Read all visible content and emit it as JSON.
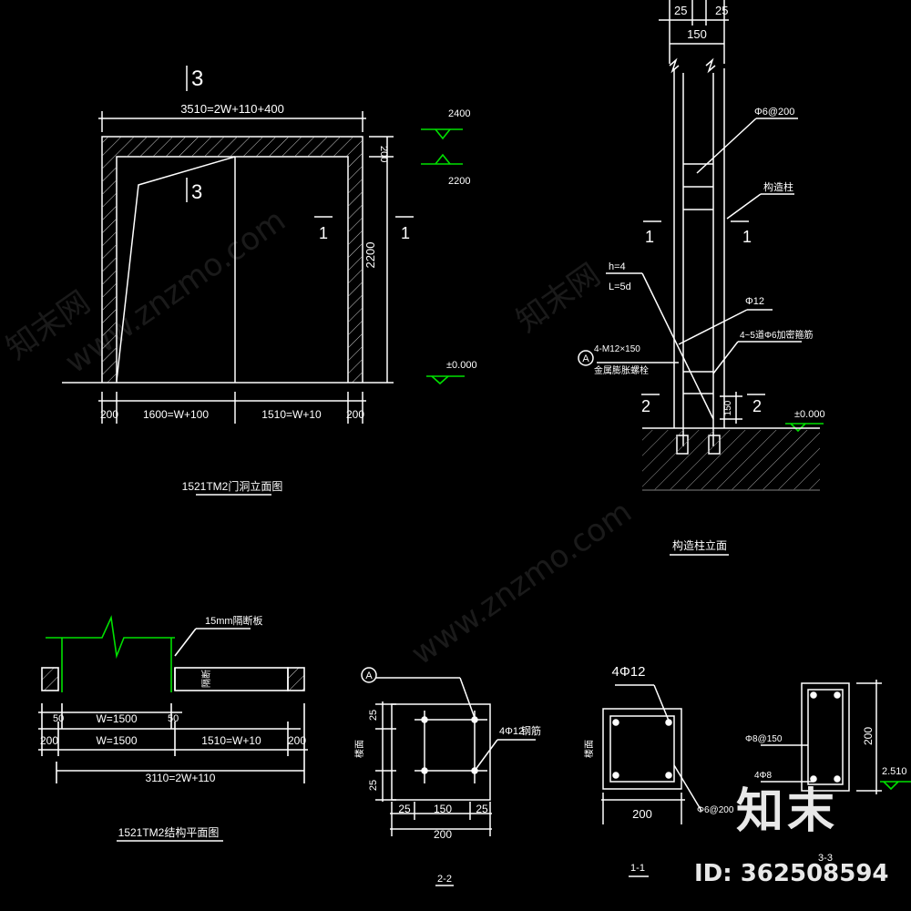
{
  "colors": {
    "background": "#000000",
    "line": "#ffffff",
    "dimension": "#ffffff",
    "level": "#00e000",
    "brand": "#e8e8e8"
  },
  "elevation_view": {
    "overall_dim": "3510=2W+110+400",
    "section_mark_top": "3",
    "section_mark_inner": "3",
    "section_mark_left": "1",
    "section_mark_right": "1",
    "dim_lintel": "200",
    "dim_height": "2200",
    "level_top": "2400",
    "level_mid": "2200",
    "level_ground": "±0.000",
    "bottom_dims": [
      "200",
      "1600=W+100",
      "1510=W+10",
      "200"
    ],
    "caption": "1521TM2门洞立面图"
  },
  "column_elevation": {
    "dim_top_left": "25",
    "dim_top_right": "25",
    "dim_width": "150",
    "rebar_label": "Φ6@200",
    "column_label": "构造柱",
    "bolt_top": "h=4",
    "bolt_bottom": "L=5d",
    "bar_label": "Φ12",
    "anchor_label": "4~5道Φ6加密箍筋",
    "anchor_tag": "A",
    "anchor_spec": "4-M12×150",
    "anchor_note": "金属膨胀螺栓",
    "section_left": "1",
    "section_right": "1",
    "section2_left": "2",
    "section2_right": "2",
    "dim_embed": "150",
    "level_ground": "±0.000",
    "caption": "构造柱立面"
  },
  "plan_view": {
    "board_label": "15mm隔断板",
    "side_label": "隔断",
    "dim_left": "50",
    "dim_right": "50",
    "dim_w1": "W=1500",
    "dim_w2": "W=1500",
    "dim_row2": [
      "200",
      "1510=W+10",
      "200"
    ],
    "dim_total": "3110=2W+110",
    "caption": "1521TM2结构平面图"
  },
  "section_2_2": {
    "tag": "A",
    "rebar_label": "4Φ12",
    "bar_suffix": "钢筋",
    "side_label": "楼面",
    "dim_left_top": "25",
    "dim_left_bottom": "25",
    "dims_bottom": [
      "25",
      "150",
      "25"
    ],
    "dim_total": "200",
    "caption": "2-2"
  },
  "section_1_1": {
    "rebar_label": "4Φ12",
    "side_label": "楼面",
    "dim_width": "200",
    "stirrup_label": "Φ6@200",
    "caption": "1-1"
  },
  "section_3_3": {
    "stirrup_label": "Φ8@150",
    "bar_label": "4Φ8",
    "dim_height": "200",
    "level_label": "2.510",
    "caption": "3-3"
  },
  "watermark": {
    "site": "www.znzmo.com",
    "brand_cn": "知末网"
  },
  "branding": {
    "logo_text": "知末",
    "id_text": "ID: 362508594"
  }
}
